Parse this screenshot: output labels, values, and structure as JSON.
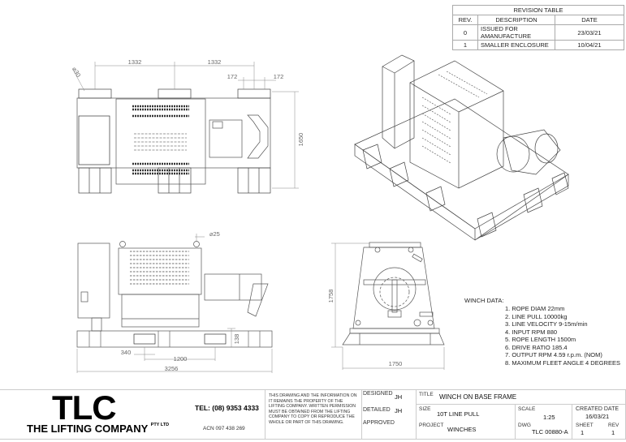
{
  "revision_table": {
    "title": "REVISION TABLE",
    "headers": [
      "REV.",
      "DESCRIPTION",
      "DATE"
    ],
    "rows": [
      {
        "rev": "0",
        "description": "ISSUED FOR AMANUFACTURE",
        "date": "23/03/21"
      },
      {
        "rev": "1",
        "description": "SMALLER ENCLOSURE",
        "date": "10/04/21"
      }
    ]
  },
  "dimensions": {
    "top_view": {
      "span_left": "1332",
      "span_right": "1332",
      "offset_left": "172",
      "offset_right": "172",
      "width": "1650",
      "hole_diam": "⌀30"
    },
    "side_view": {
      "lug_diam": "⌀25",
      "offset": "340",
      "spacing": "1200",
      "length": "3256",
      "base_height": "138"
    },
    "end_view": {
      "height": "1758",
      "width": "1750"
    }
  },
  "winch_data": {
    "heading": "WINCH DATA:",
    "items": [
      "1. ROPE DIAM 22mm",
      "2. LINE PULL 10000kg",
      "3. LINE VELOCITY 9-15m/min",
      "4. INPUT RPM 880",
      "5. ROPE LENGTH 1500m",
      "6. DRIVE RATIO 185.4",
      "7. OUTPUT RPM 4.59 r.p.m. (NOM)",
      "8. MAXIMUM FLEET ANGLE 4 DEGREES"
    ]
  },
  "title_block": {
    "logo": "TLC",
    "company": "THE LIFTING COMPANY",
    "company_suffix": "PTY LTD",
    "tel": "TEL: (08) 9353 4333",
    "acn": "ACN 097 438 269",
    "notice": "THIS DRAWING AND THE INFORMATION ON IT REMAINS THE PROPERTY OF THE LIFTING COMPANY. WRITTEN PERMISSION MUST BE OBTAINED FROM THE LIFTING COMPANY TO COPY OR REPRODUCE THE WHOLE OR PART OF THIS DRAWING.",
    "designed_label": "DESIGNED",
    "designed": "JH",
    "detailed_label": "DETAILED",
    "detailed": "JH",
    "approved_label": "APPROVED",
    "approved": "",
    "title_label": "TITLE",
    "title": "WINCH ON BASE FRAME",
    "size_label": "SIZE",
    "size": "10T LINE PULL",
    "scale_label": "SCALE",
    "scale": "1:25",
    "created_label": "CREATED DATE",
    "created": "16/03/21",
    "project_label": "PROJECT",
    "project": "WINCHES",
    "dwg_label": "DWG",
    "dwg": "TLC 00880-A",
    "sheet_label": "SHEET",
    "sheet": "1",
    "rev_label": "REV",
    "rev": "1"
  }
}
